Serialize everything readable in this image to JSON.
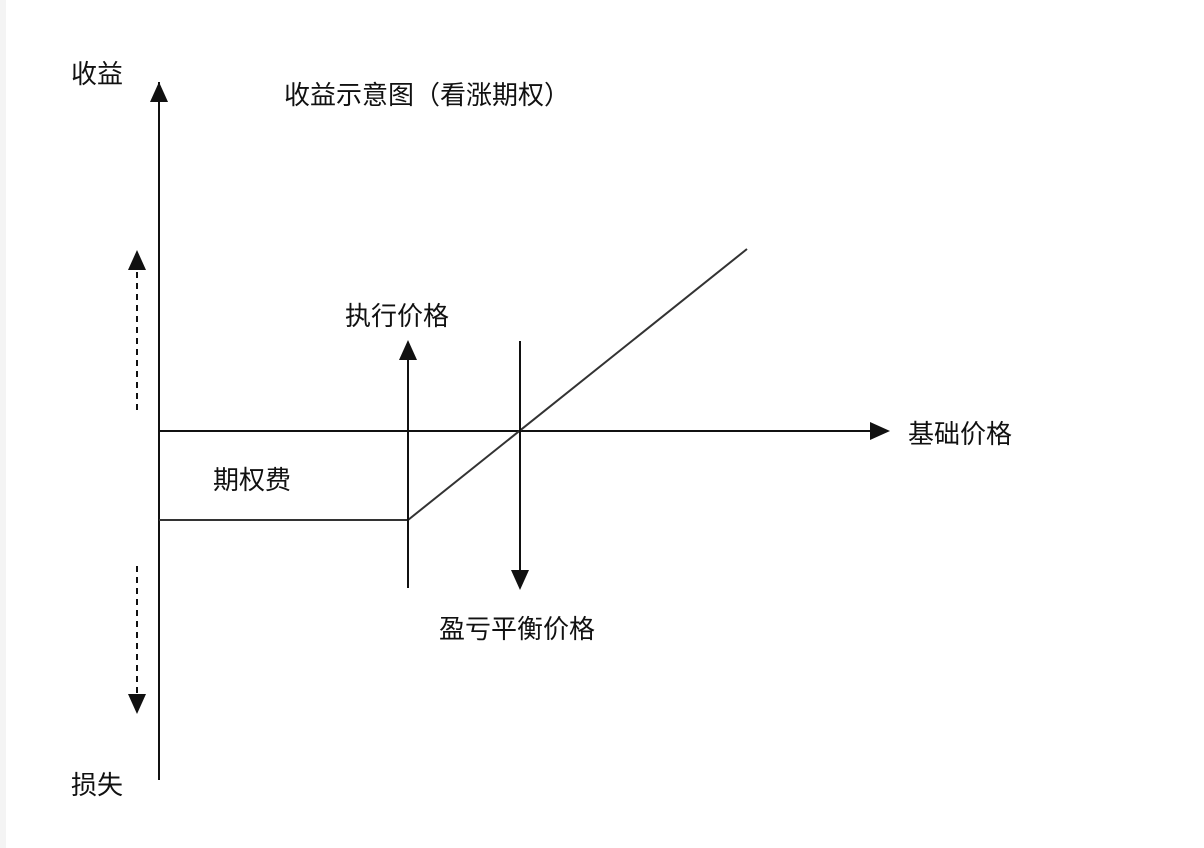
{
  "title": "收益示意图（看涨期权）",
  "y_axis": {
    "top_label": "收益",
    "bottom_label": "损失"
  },
  "x_axis": {
    "label": "基础价格"
  },
  "annotations": {
    "strike_price": "执行价格",
    "premium": "期权费",
    "breakeven_price": "盈亏平衡价格"
  },
  "colors": {
    "line": "#111111",
    "background": "#ffffff"
  }
}
